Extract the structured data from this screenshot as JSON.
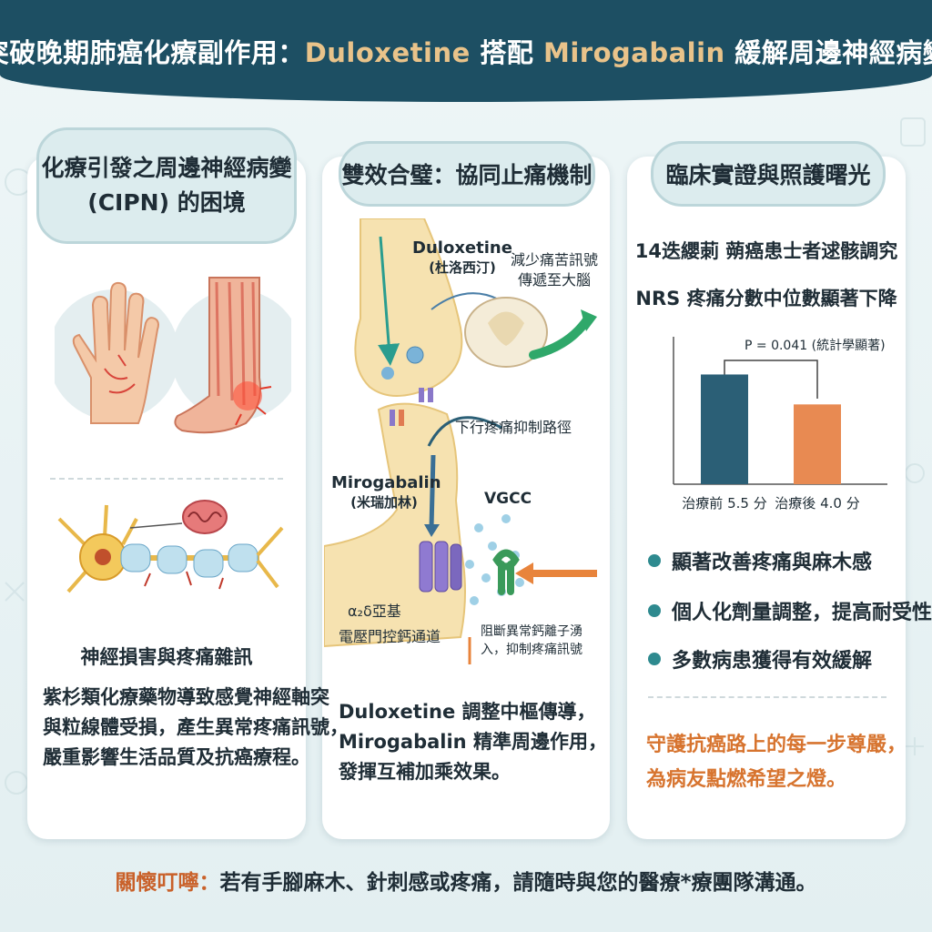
{
  "title": {
    "part1": "突破晚期肺癌化療副作用：",
    "drug1": "Duloxetine",
    "part2": " 搭配 ",
    "drug2": "Mirogabalin",
    "part3": " 緩解周邊神經病變"
  },
  "card1": {
    "heading_line1": "化療引發之周邊神經病變",
    "heading_line2": "(CIPN) 的困境",
    "caption": "神經損害與疼痛雜訊",
    "body_line1": "紫杉類化療藥物導致感覺神經軸突",
    "body_line2": "與粒線體受損，產生異常疼痛訊號，",
    "body_line3": "嚴重影響生活品質及抗癌療程。"
  },
  "card2": {
    "heading": "雙效合璧：協同止痛機制",
    "label_duloxetine": "Duloxetine",
    "label_duloxetine_cn": "(杜洛西汀)",
    "label_reduce_line1": "減少痛苦訊號",
    "label_reduce_line2": "傳遞至大腦",
    "label_descending": "下行疼痛抑制路徑",
    "label_mirogabalin": "Mirogabalin",
    "label_mirogabalin_cn": "(米瑞加林)",
    "label_vgcc": "VGCC",
    "label_subunit": "α₂δ亞基",
    "label_channel": "電壓門控鈣通道",
    "label_block_line1": "阻斷異常鈣離子湧",
    "label_block_line2": "入，抑制疼痛訊號",
    "body_line1": "Duloxetine 調整中樞傳導，",
    "body_line2": "Mirogabalin 精準周邊作用，",
    "body_line3": "發揮互補加乘效果。"
  },
  "card3": {
    "heading": "臨床實證與照護曙光",
    "study_line1": "14迭纓莿 蒴癌患士者逑骸調究",
    "study_line2": "NRS 疼痛分數中位數顯著下降",
    "p_value": "P = 0.041 (統計學顯著)",
    "bullets": [
      "顯著改善疼痛與麻木感",
      "個人化劑量調整，提高耐受性",
      "多數病患獲得有效緩解"
    ],
    "closing_line1": "守護抗癌路上的每一步尊嚴，",
    "closing_line2": "為病友點燃希望之燈。"
  },
  "chart_data": {
    "type": "bar",
    "categories": [
      "治療前 5.5 分",
      "治療後 4.0 分"
    ],
    "values": [
      5.5,
      4.0
    ],
    "colors": [
      "#2b5f76",
      "#e88a52"
    ],
    "annotation": "P = 0.041 (統計學顯著)",
    "ylim": [
      0,
      7.3
    ]
  },
  "footer": {
    "lead": "關懷叮嚀：",
    "text": "若有手腳麻木、針刺感或疼痛，請隨時與您的醫療*療團隊溝通。"
  },
  "colors": {
    "banner": "#1d4f63",
    "accent_gold": "#e9c38a",
    "teal": "#2e8a8f",
    "orange": "#d7742f",
    "bar_before": "#2b5f76",
    "bar_after": "#e88a52"
  }
}
